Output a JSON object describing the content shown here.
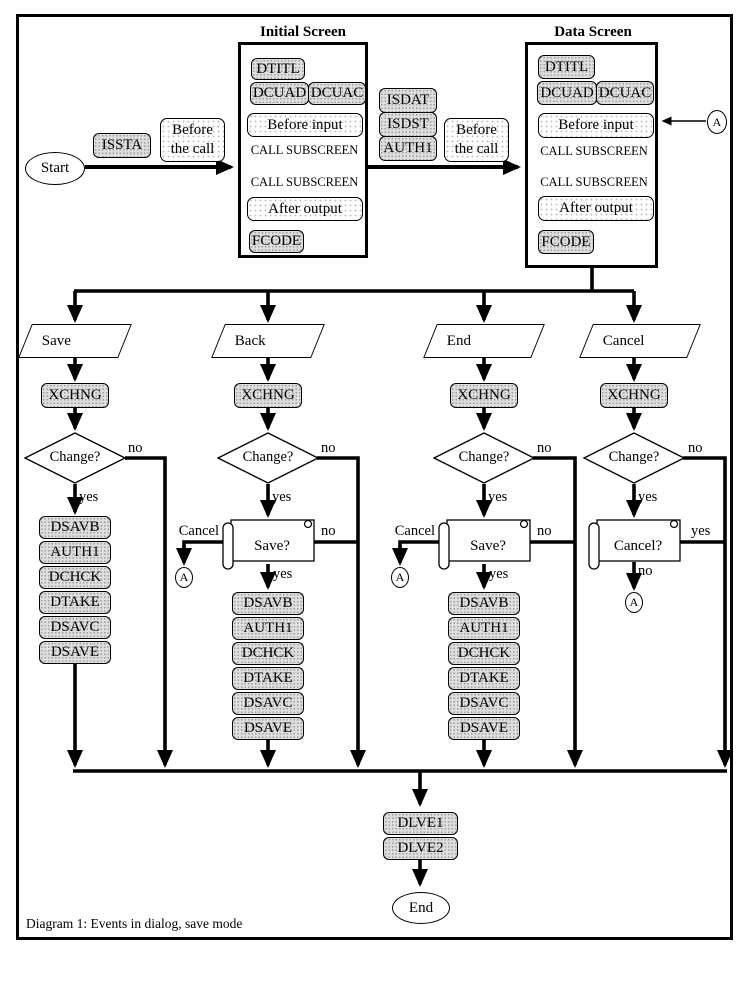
{
  "caption": "Diagram 1: Events in dialog, save mode",
  "connector_label": "A",
  "start": {
    "label": "Start",
    "event": "ISSTA",
    "note": "Before\nthe call"
  },
  "initial_screen": {
    "title": "Initial Screen"
  },
  "data_screen": {
    "title": "Data Screen"
  },
  "screen_modules": {
    "dtitl": "DTITL",
    "dcuad": "DCUAD",
    "dcuac": "DCUAC",
    "before_input": "Before input",
    "call_subscreen": "CALL SUBSCREEN",
    "after_output": "After output",
    "fcode": "FCODE"
  },
  "transition": {
    "events": [
      "ISDAT",
      "ISDST",
      "AUTH1"
    ],
    "note": "Before\nthe call"
  },
  "branches": {
    "save": {
      "input": "Save",
      "event": "XCHNG",
      "decision": "Change?",
      "no": "no",
      "yes": "yes",
      "stack": [
        "DSAVB",
        "AUTH1",
        "DCHCK",
        "DTAKE",
        "DSAVC",
        "DSAVE"
      ]
    },
    "back": {
      "input": "Back",
      "event": "XCHNG",
      "decision": "Change?",
      "no": "no",
      "yes": "yes",
      "popup": {
        "question": "Save?",
        "cancel": "Cancel",
        "no": "no",
        "yes": "yes"
      },
      "stack": [
        "DSAVB",
        "AUTH1",
        "DCHCK",
        "DTAKE",
        "DSAVC",
        "DSAVE"
      ]
    },
    "end": {
      "input": "End",
      "event": "XCHNG",
      "decision": "Change?",
      "no": "no",
      "yes": "yes",
      "popup": {
        "question": "Save?",
        "cancel": "Cancel",
        "no": "no",
        "yes": "yes"
      },
      "stack": [
        "DSAVB",
        "AUTH1",
        "DCHCK",
        "DTAKE",
        "DSAVC",
        "DSAVE"
      ]
    },
    "cancel": {
      "input": "Cancel",
      "event": "XCHNG",
      "decision": "Change?",
      "no": "no",
      "yes": "yes",
      "popup": {
        "question": "Cancel?",
        "yes": "yes",
        "no": "no"
      }
    }
  },
  "finish": {
    "events": [
      "DLVE1",
      "DLVE2"
    ],
    "label": "End"
  }
}
